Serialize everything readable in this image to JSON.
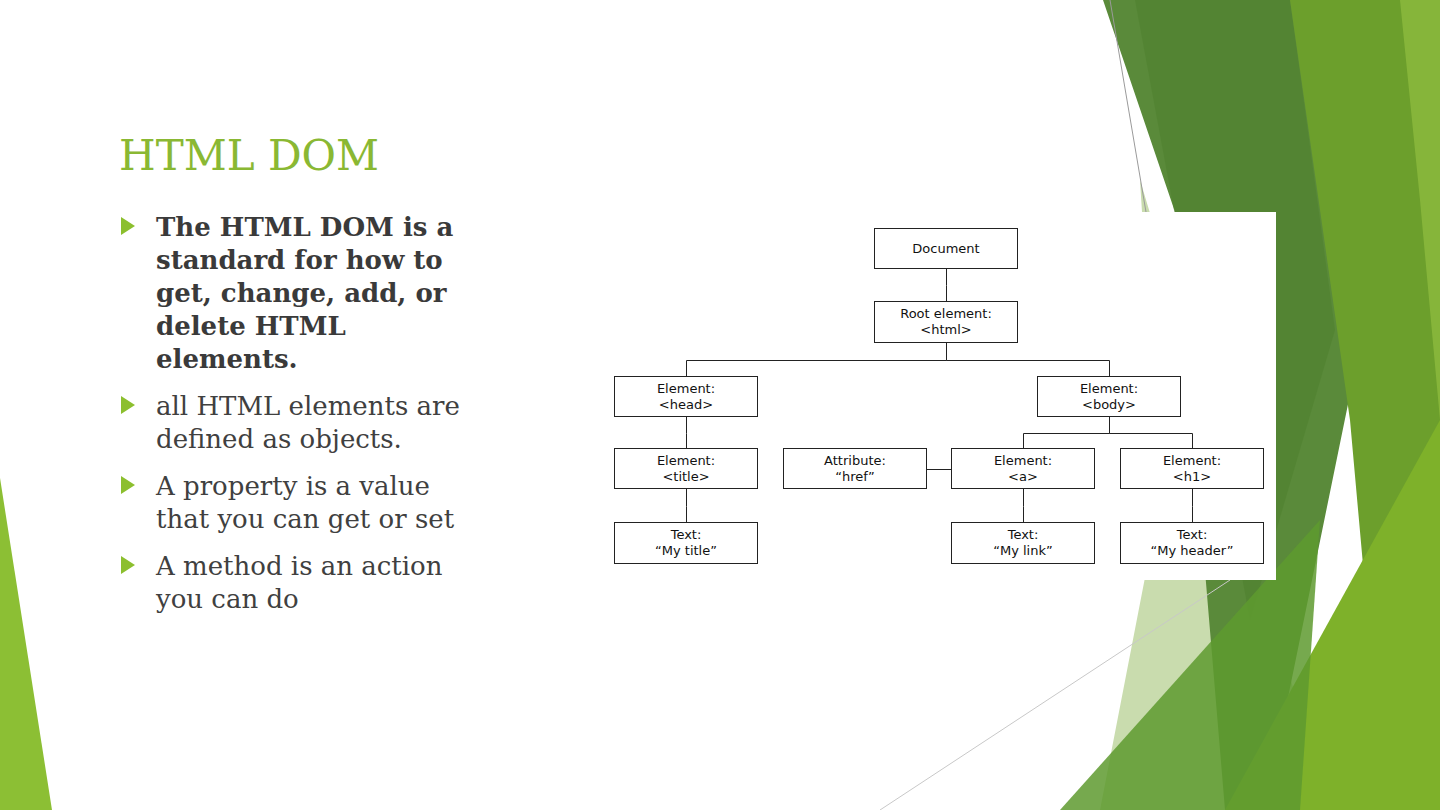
{
  "diagram": {
    "title": "HTML DOM",
    "nodes": [
      {
        "text": [
          "Document"
        ]
      },
      {
        "text": [
          "Root element: <html>"
        ]
      },
      {
        "text": [
          "Element: <head>"
        ]
      },
      {
        "text": [
          "Element: <body>"
        ]
      },
      {
        "text": [
          "Element: <title>"
        ]
      },
      {
        "text": [
          "Attribute: “href”"
        ]
      },
      {
        "text": [
          "Element: <a>"
        ]
      },
      {
        "text": [
          "Element: <h1>"
        ]
      },
      {
        "text": [
          "Text: “My title”"
        ]
      },
      {
        "text": [
          "Text: “My link”"
        ]
      },
      {
        "text": [
          "Text: “My header”"
        ]
      }
    ],
    "edges": [
      {
        "from": 0,
        "to": 1,
        "arrow": "none"
      },
      {
        "from": 1,
        "to": 2,
        "arrow": "none"
      },
      {
        "from": 1,
        "to": 3,
        "arrow": "none"
      },
      {
        "from": 2,
        "to": 4,
        "arrow": "none"
      },
      {
        "from": 3,
        "to": 6,
        "arrow": "none"
      },
      {
        "from": 3,
        "to": 7,
        "arrow": "none"
      },
      {
        "from": 5,
        "to": 6,
        "arrow": "none"
      },
      {
        "from": 4,
        "to": 8,
        "arrow": "none"
      },
      {
        "from": 6,
        "to": 9,
        "arrow": "none"
      },
      {
        "from": 7,
        "to": 10,
        "arrow": "none"
      }
    ],
    "labels": [
      "The HTML DOM is a standard for how to get, change, add, or delete HTML elements.",
      "all HTML elements are defined as objects.",
      "A property is a value that you can get or set",
      "A method is an action you can do"
    ]
  }
}
